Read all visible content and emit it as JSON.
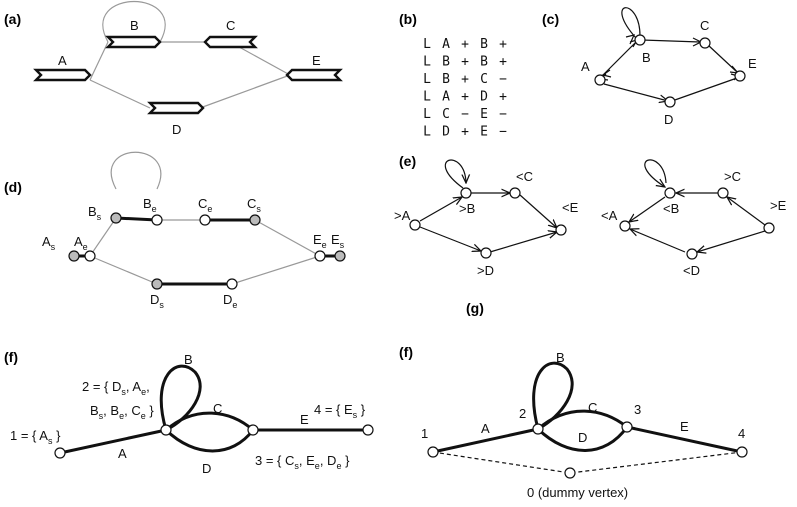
{
  "panels": {
    "a": "(a)",
    "b": "(b)",
    "c": "(c)",
    "d": "(d)",
    "e": "(e)",
    "f1": "(f)",
    "f2": "(f)",
    "g": "(g)"
  },
  "a_labels": {
    "A": "A",
    "B": "B",
    "C": "C",
    "D": "D",
    "E": "E"
  },
  "b_lines": [
    [
      "L",
      "A",
      "+",
      "B",
      "+"
    ],
    [
      "L",
      "B",
      "+",
      "B",
      "+"
    ],
    [
      "L",
      "B",
      "+",
      "C",
      "−"
    ],
    [
      "L",
      "A",
      "+",
      "D",
      "+"
    ],
    [
      "L",
      "C",
      "−",
      "E",
      "−"
    ],
    [
      "L",
      "D",
      "+",
      "E",
      "−"
    ]
  ],
  "c_labels": {
    "A": "A",
    "B": "B",
    "C": "C",
    "D": "D",
    "E": "E"
  },
  "d_labels": [
    {
      "main": "A",
      "sub": "s"
    },
    {
      "main": "A",
      "sub": "e"
    },
    {
      "main": "B",
      "sub": "s"
    },
    {
      "main": "B",
      "sub": "e"
    },
    {
      "main": "C",
      "sub": "e"
    },
    {
      "main": "C",
      "sub": "s"
    },
    {
      "main": "E",
      "sub": "e"
    },
    {
      "main": "E",
      "sub": "s"
    },
    {
      "main": "D",
      "sub": "s"
    },
    {
      "main": "D",
      "sub": "e"
    }
  ],
  "e_left": {
    "A": ">A",
    "B": ">B",
    "C": "<C",
    "D": ">D",
    "E": "<E"
  },
  "e_right": {
    "A": "<A",
    "B": "<B",
    "C": ">C",
    "D": "<D",
    "E": ">E"
  },
  "f_left": {
    "edges": {
      "A": "A",
      "B": "B",
      "C": "C",
      "D": "D",
      "E": "E"
    },
    "set1": {
      "prefix": "1 = { ",
      "items": [
        {
          "main": "A",
          "sub": "s"
        }
      ],
      "suffix": " }"
    },
    "set2_line1": {
      "prefix": "2 = { ",
      "items": [
        {
          "main": "D",
          "sub": "s"
        },
        {
          "main": "A",
          "sub": "e"
        }
      ],
      "suffix": ","
    },
    "set2_line2": {
      "prefix": "",
      "items": [
        {
          "main": "B",
          "sub": "s"
        },
        {
          "main": "B",
          "sub": "e"
        },
        {
          "main": "C",
          "sub": "e"
        }
      ],
      "suffix": " }"
    },
    "set3": {
      "prefix": "3 = { ",
      "items": [
        {
          "main": "C",
          "sub": "s"
        },
        {
          "main": "E",
          "sub": "e"
        },
        {
          "main": "D",
          "sub": "e"
        }
      ],
      "suffix": " }"
    },
    "set4": {
      "prefix": "4 = { ",
      "items": [
        {
          "main": "E",
          "sub": "s"
        }
      ],
      "suffix": " }"
    }
  },
  "f_right": {
    "vertices": {
      "v1": "1",
      "v2": "2",
      "v3": "3",
      "v4": "4"
    },
    "edges": {
      "A": "A",
      "B": "B",
      "C": "C",
      "D": "D",
      "E": "E"
    },
    "dummy": "0 (dummy vertex)"
  }
}
